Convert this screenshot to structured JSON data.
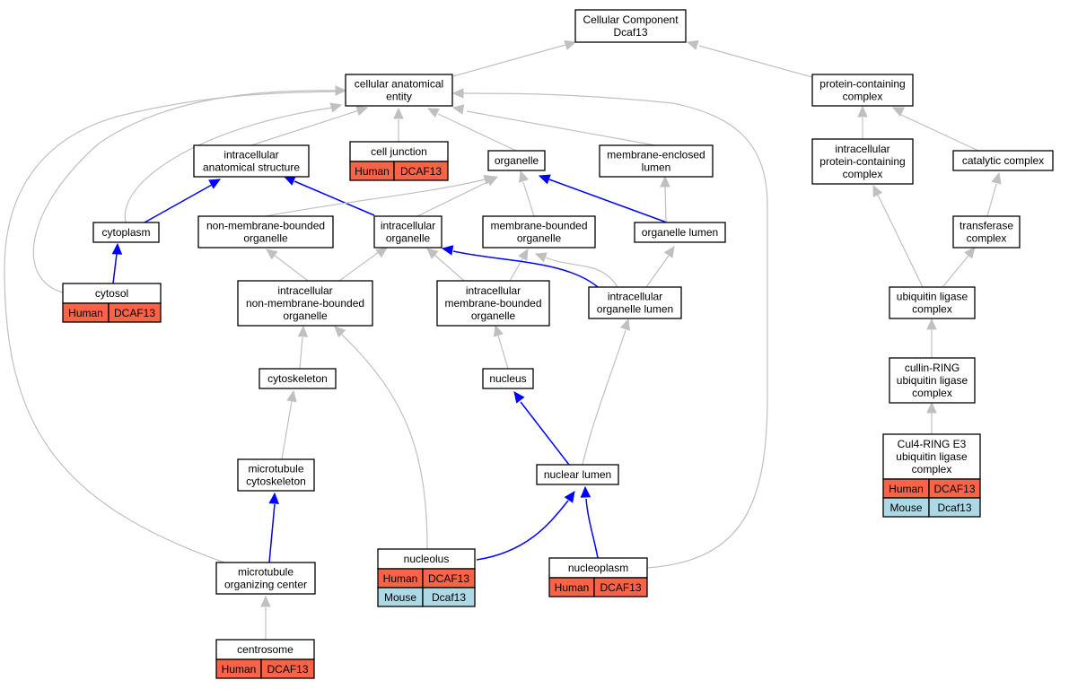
{
  "colors": {
    "gray_edge": "#c0c0c0",
    "blue_edge": "#0000ff",
    "human_fill": "#fa6347",
    "mouse_fill": "#add8e6",
    "node_fill": "#ffffff",
    "node_stroke": "#000000"
  },
  "nodes": [
    {
      "id": "root",
      "lines": [
        "Cellular Component",
        "Dcaf13"
      ]
    },
    {
      "id": "cae",
      "lines": [
        "cellular anatomical",
        "entity"
      ]
    },
    {
      "id": "pcc",
      "lines": [
        "protein-containing",
        "complex"
      ]
    },
    {
      "id": "ias",
      "lines": [
        "intracellular",
        "anatomical structure"
      ]
    },
    {
      "id": "cj",
      "lines": [
        "cell junction"
      ],
      "rows": [
        [
          "Human",
          "DCAF13"
        ]
      ]
    },
    {
      "id": "org",
      "lines": [
        "organelle"
      ]
    },
    {
      "id": "mel",
      "lines": [
        "membrane-enclosed",
        "lumen"
      ]
    },
    {
      "id": "ipcc",
      "lines": [
        "intracellular",
        "protein-containing",
        "complex"
      ]
    },
    {
      "id": "cc",
      "lines": [
        "catalytic complex"
      ]
    },
    {
      "id": "cyto",
      "lines": [
        "cytoplasm"
      ]
    },
    {
      "id": "nmbo",
      "lines": [
        "non-membrane-bounded",
        "organelle"
      ]
    },
    {
      "id": "io",
      "lines": [
        "intracellular",
        "organelle"
      ]
    },
    {
      "id": "mbo",
      "lines": [
        "membrane-bounded",
        "organelle"
      ]
    },
    {
      "id": "ol",
      "lines": [
        "organelle lumen"
      ]
    },
    {
      "id": "tc",
      "lines": [
        "transferase",
        "complex"
      ]
    },
    {
      "id": "cytosol",
      "lines": [
        "cytosol"
      ],
      "rows": [
        [
          "Human",
          "DCAF13"
        ]
      ]
    },
    {
      "id": "inmbo",
      "lines": [
        "intracellular",
        "non-membrane-bounded",
        "organelle"
      ]
    },
    {
      "id": "imbo",
      "lines": [
        "intracellular",
        "membrane-bounded",
        "organelle"
      ]
    },
    {
      "id": "iol",
      "lines": [
        "intracellular",
        "organelle lumen"
      ]
    },
    {
      "id": "ulc",
      "lines": [
        "ubiquitin ligase",
        "complex"
      ]
    },
    {
      "id": "csk",
      "lines": [
        "cytoskeleton"
      ]
    },
    {
      "id": "nuc",
      "lines": [
        "nucleus"
      ]
    },
    {
      "id": "crl",
      "lines": [
        "cullin-RING",
        "ubiquitin ligase",
        "complex"
      ]
    },
    {
      "id": "mtc",
      "lines": [
        "microtubule",
        "cytoskeleton"
      ]
    },
    {
      "id": "nl",
      "lines": [
        "nuclear lumen"
      ]
    },
    {
      "id": "c4",
      "lines": [
        "Cul4-RING E3",
        "ubiquitin ligase",
        "complex"
      ],
      "rows": [
        [
          "Human",
          "DCAF13"
        ],
        [
          "Mouse",
          "Dcaf13"
        ]
      ]
    },
    {
      "id": "nucleolus",
      "lines": [
        "nucleolus"
      ],
      "rows": [
        [
          "Human",
          "DCAF13"
        ],
        [
          "Mouse",
          "Dcaf13"
        ]
      ]
    },
    {
      "id": "np",
      "lines": [
        "nucleoplasm"
      ],
      "rows": [
        [
          "Human",
          "DCAF13"
        ]
      ]
    },
    {
      "id": "moc",
      "lines": [
        "microtubule",
        "organizing center"
      ]
    },
    {
      "id": "cs",
      "lines": [
        "centrosome"
      ],
      "rows": [
        [
          "Human",
          "DCAF13"
        ]
      ]
    }
  ],
  "edges": [
    {
      "id": "e1",
      "type": "gray"
    },
    {
      "id": "e2",
      "type": "gray"
    },
    {
      "id": "e3",
      "type": "gray"
    },
    {
      "id": "e4",
      "type": "gray"
    },
    {
      "id": "e5",
      "type": "gray"
    },
    {
      "id": "e6",
      "type": "gray"
    },
    {
      "id": "e7",
      "type": "gray"
    },
    {
      "id": "e8",
      "type": "gray"
    },
    {
      "id": "e9",
      "type": "gray"
    },
    {
      "id": "e10",
      "type": "gray"
    },
    {
      "id": "e11",
      "type": "gray"
    },
    {
      "id": "e12",
      "type": "gray"
    },
    {
      "id": "e13",
      "type": "blue"
    },
    {
      "id": "e14",
      "type": "blue"
    },
    {
      "id": "e15",
      "type": "blue"
    },
    {
      "id": "e16",
      "type": "gray"
    },
    {
      "id": "e17",
      "type": "gray"
    },
    {
      "id": "e18",
      "type": "gray"
    },
    {
      "id": "e19",
      "type": "gray"
    },
    {
      "id": "e20",
      "type": "gray"
    },
    {
      "id": "e21",
      "type": "gray"
    },
    {
      "id": "e22",
      "type": "blue"
    },
    {
      "id": "e23",
      "type": "gray"
    },
    {
      "id": "e24",
      "type": "gray"
    },
    {
      "id": "e25",
      "type": "gray"
    },
    {
      "id": "e26",
      "type": "gray"
    },
    {
      "id": "e27",
      "type": "gray"
    },
    {
      "id": "e28",
      "type": "gray"
    },
    {
      "id": "e29",
      "type": "blue"
    },
    {
      "id": "e30",
      "type": "gray"
    },
    {
      "id": "e31",
      "type": "gray"
    },
    {
      "id": "e32",
      "type": "gray"
    },
    {
      "id": "e33",
      "type": "blue"
    },
    {
      "id": "e34",
      "type": "gray"
    },
    {
      "id": "e35",
      "type": "blue"
    },
    {
      "id": "e36",
      "type": "blue"
    },
    {
      "id": "e37",
      "type": "gray"
    },
    {
      "id": "e38",
      "type": "blue"
    },
    {
      "id": "e39",
      "type": "gray"
    },
    {
      "id": "e40",
      "type": "gray"
    }
  ]
}
